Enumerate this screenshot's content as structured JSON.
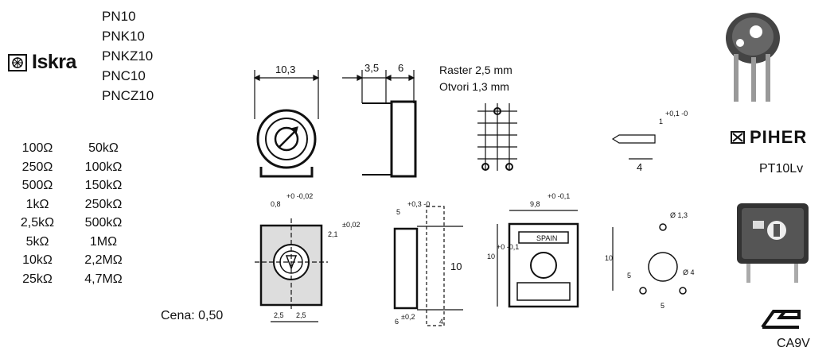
{
  "models": [
    "PN10",
    "PNK10",
    "PNKZ10",
    "PNC10",
    "PNCZ10"
  ],
  "brand": {
    "name": "Iskra"
  },
  "values": [
    [
      "100Ω",
      "50kΩ"
    ],
    [
      "250Ω",
      "100kΩ"
    ],
    [
      "500Ω",
      "150kΩ"
    ],
    [
      "1kΩ",
      "250kΩ"
    ],
    [
      "2,5kΩ",
      "500kΩ"
    ],
    [
      "5kΩ",
      "1MΩ"
    ],
    [
      "10kΩ",
      "2,2MΩ"
    ],
    [
      "25kΩ",
      "4,7MΩ"
    ]
  ],
  "price": "Cena: 0,50",
  "raster": {
    "line1": "Raster 2,5 mm",
    "line2": "Otvori 1,3 mm"
  },
  "dimensions": {
    "d1": "10,3",
    "d2": "3,5",
    "d3": "6",
    "d4": "0,8",
    "d4tol": "+0 -0,02",
    "d5": "2,1",
    "d5tol": "±0,02",
    "d6": "5",
    "d6tol": "+0,3 -0",
    "d7": "6",
    "d7tol": "±0,2",
    "d8": "4",
    "d9": "10",
    "d10": "9,8",
    "d10tol": "+0 -0,1",
    "d11": "10",
    "d11tol": "+0 -0,1",
    "d12": "2,5",
    "d13": "2,5",
    "d14": "Ø 1,3",
    "d15": "10",
    "d16": "5",
    "d17": "Ø 4",
    "d18": "5",
    "d19": "4",
    "d20": "1",
    "d20tol": "+0,1 -0",
    "stamp": "SPAIN"
  },
  "brands_right": {
    "piher": "PIHER",
    "pt10": "PT10Lv",
    "ca9v": "CA9V"
  },
  "icons": {
    "iskra": "iskra-logo-icon",
    "piher": "piher-logo-icon",
    "acp": "acp-logo-icon"
  }
}
